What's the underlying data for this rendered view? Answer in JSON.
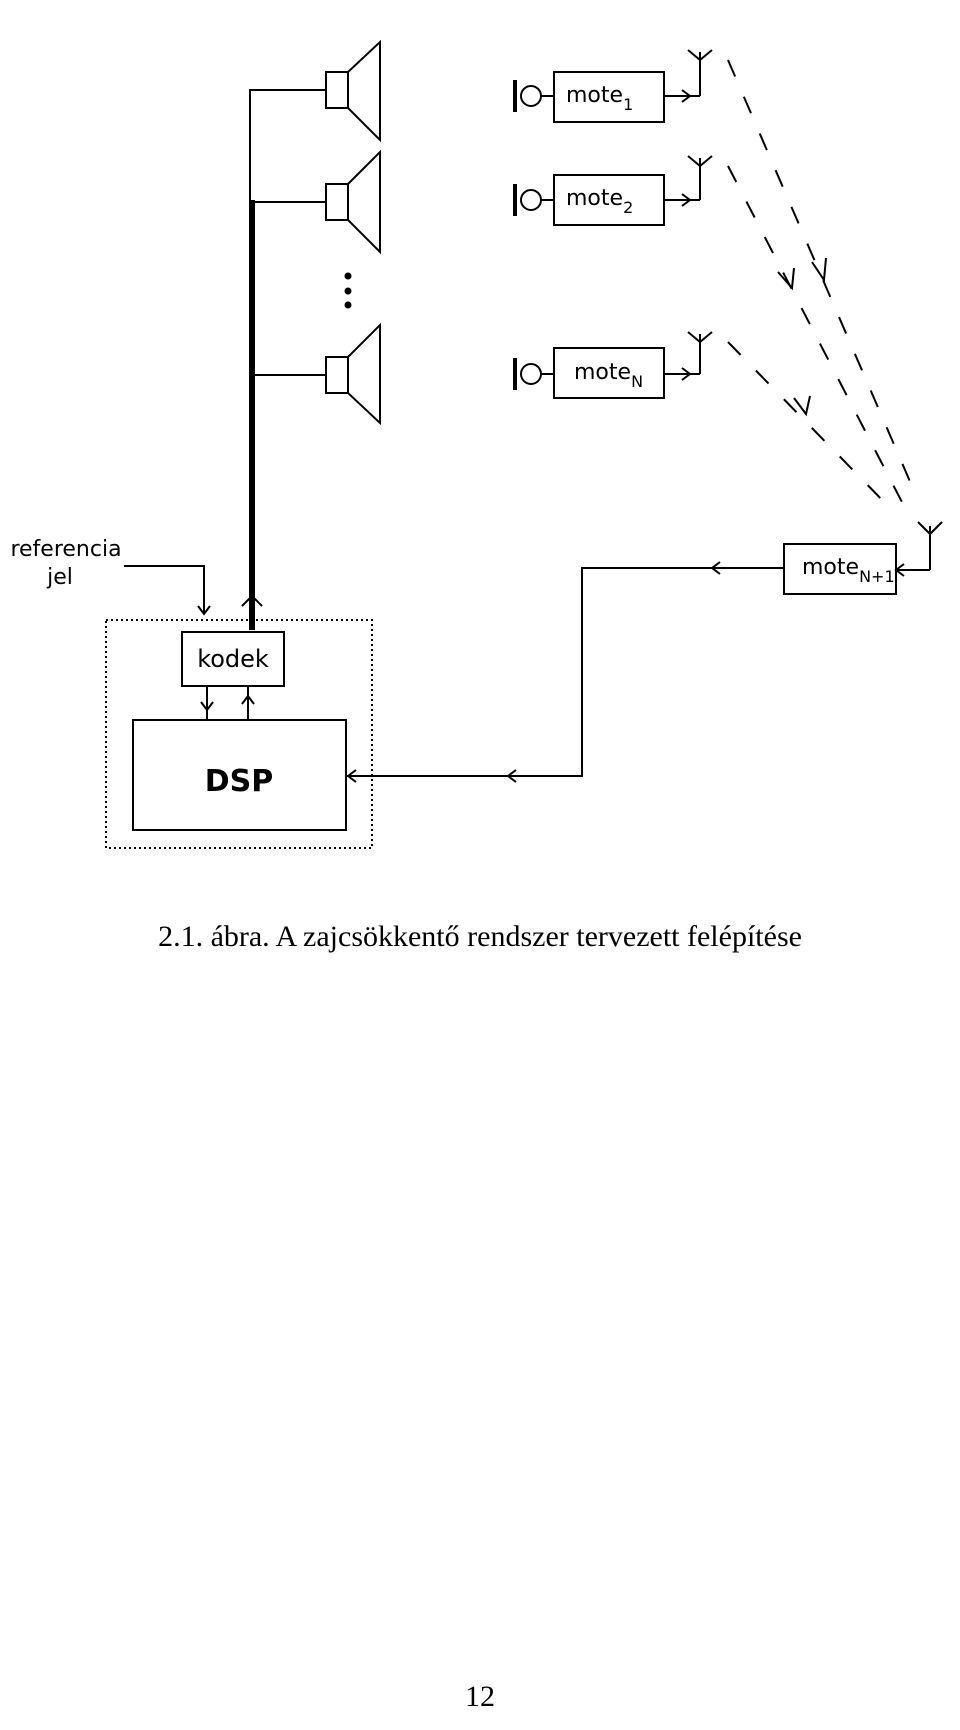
{
  "diagram": {
    "labels": {
      "reference_line1": "referencia",
      "reference_line2": "jel",
      "codec": "kodek",
      "dsp": "DSP"
    },
    "motes": [
      {
        "base": "mote",
        "sub": "1"
      },
      {
        "base": "mote",
        "sub": "2"
      },
      {
        "base": "mote",
        "sub": "N"
      },
      {
        "base": "mote",
        "sub": "N+1"
      }
    ],
    "speaker_count_shown": 3,
    "ellipsis": "vertical-dots"
  },
  "caption": "2.1. ábra. A zajcsökkentő rendszer tervezett felépítése",
  "page_number": "12"
}
